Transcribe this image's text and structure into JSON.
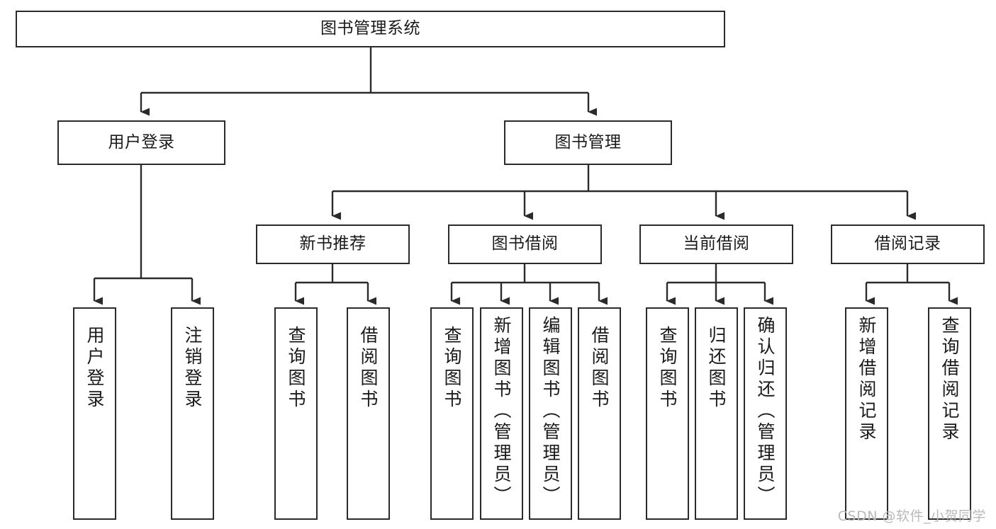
{
  "diagram": {
    "title": "图书管理系统",
    "type": "hierarchy-tree",
    "accent_color": "#2b2b2b",
    "background_color": "#ffffff",
    "levels": 4,
    "root": {
      "id": "root",
      "label": "图书管理系统",
      "children": [
        {
          "id": "user-login",
          "label": "用户登录",
          "children": [
            {
              "id": "user-login-login",
              "label": "用户登录"
            },
            {
              "id": "user-login-logout",
              "label": "注销登录"
            }
          ]
        },
        {
          "id": "book-management",
          "label": "图书管理",
          "children": [
            {
              "id": "new-book-recommend",
              "label": "新书推荐",
              "children": [
                {
                  "id": "nbr-query",
                  "label": "查询图书"
                },
                {
                  "id": "nbr-borrow",
                  "label": "借阅图书"
                }
              ]
            },
            {
              "id": "book-borrow",
              "label": "图书借阅",
              "children": [
                {
                  "id": "bb-query",
                  "label": "查询图书"
                },
                {
                  "id": "bb-add",
                  "label": "新增图书（管理员）"
                },
                {
                  "id": "bb-edit",
                  "label": "编辑图书（管理员）"
                },
                {
                  "id": "bb-borrow",
                  "label": "借阅图书"
                }
              ]
            },
            {
              "id": "current-borrow",
              "label": "当前借阅",
              "children": [
                {
                  "id": "cb-query",
                  "label": "查询图书"
                },
                {
                  "id": "cb-return",
                  "label": "归还图书"
                },
                {
                  "id": "cb-confirm",
                  "label": "确认归还（管理员）"
                }
              ]
            },
            {
              "id": "borrow-record",
              "label": "借阅记录",
              "children": [
                {
                  "id": "br-add",
                  "label": "新增借阅记录"
                },
                {
                  "id": "br-query",
                  "label": "查询借阅记录"
                }
              ]
            }
          ]
        }
      ]
    }
  },
  "watermark": {
    "text": "CSDN @软件_小贺同学"
  }
}
